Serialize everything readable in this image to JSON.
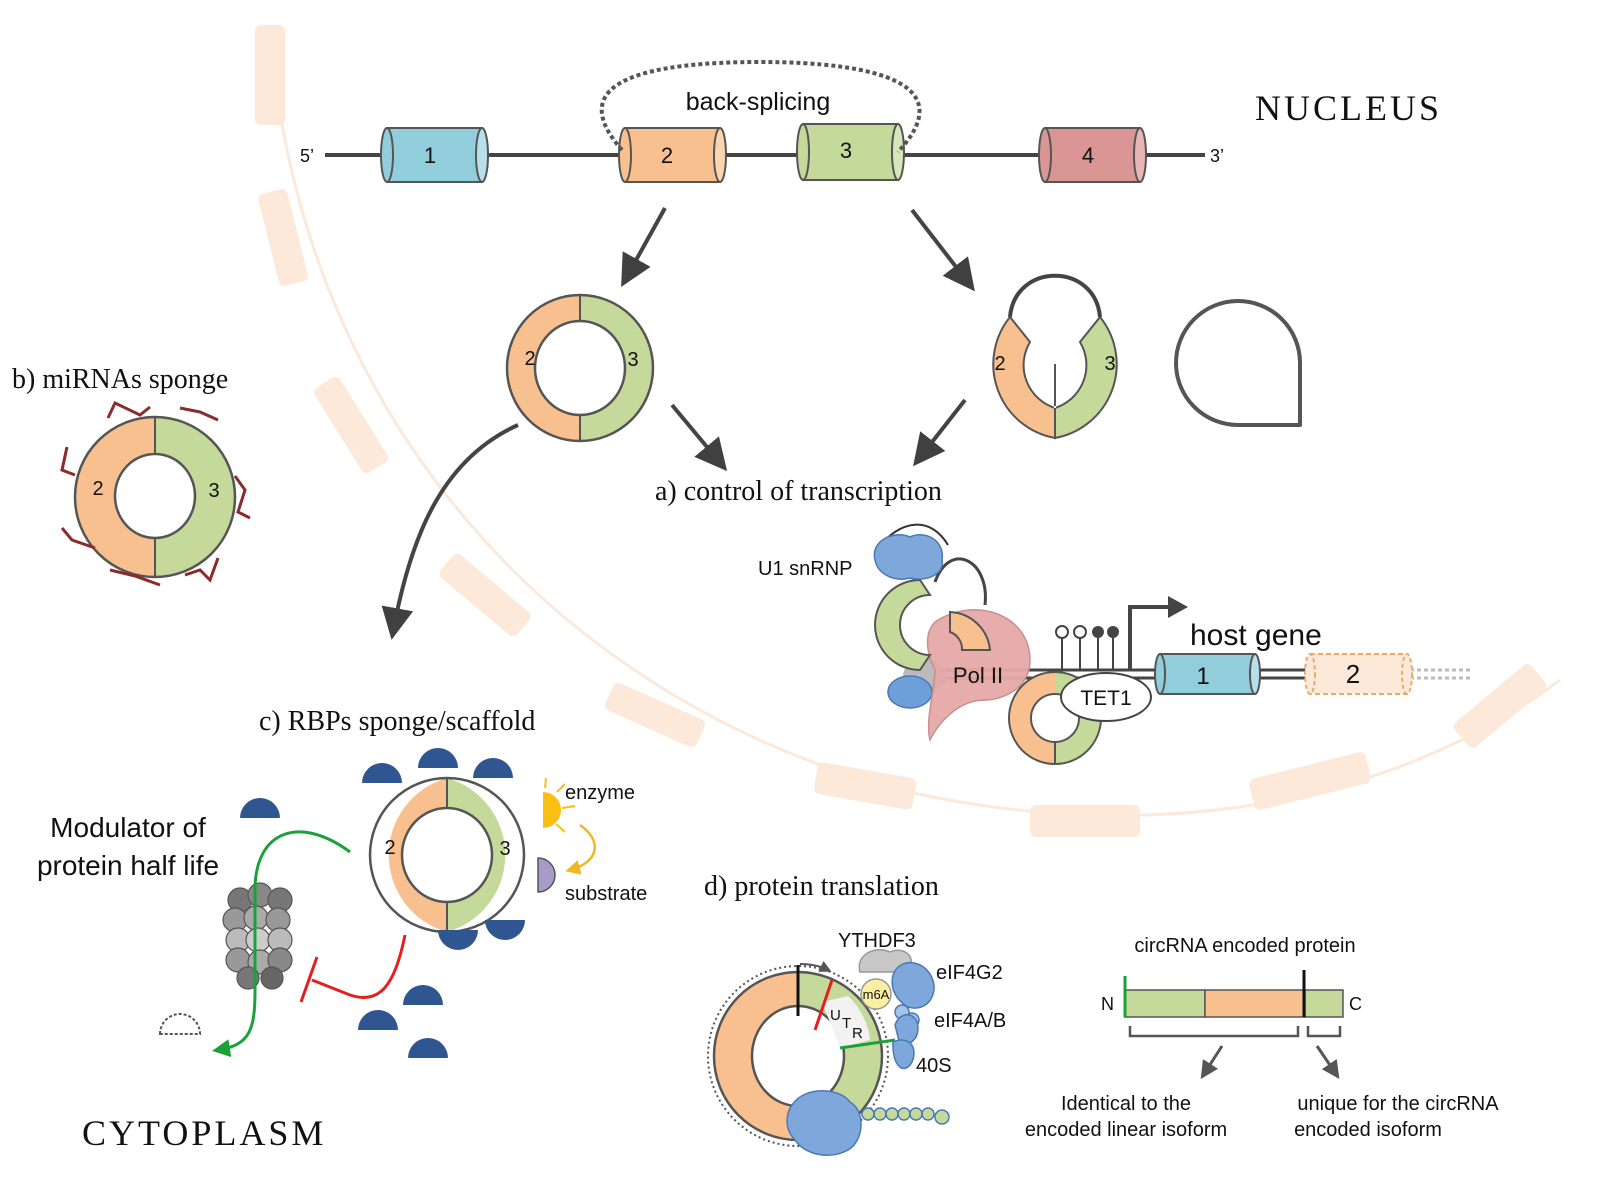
{
  "compartments": {
    "nucleus": "NUCLEUS",
    "cytoplasm": "CYTOPLASM"
  },
  "gene": {
    "five_prime": "5’",
    "three_prime": "3’",
    "exons": [
      "1",
      "2",
      "3",
      "4"
    ],
    "back_splicing": "back-splicing"
  },
  "sections": {
    "a": "a) control of transcription",
    "b": "b) miRNAs sponge",
    "c": "c) RBPs sponge/scaffold",
    "d": "d) protein translation"
  },
  "circ_labels": {
    "left": "2",
    "right": "3"
  },
  "transcription": {
    "u1": "U1 snRNP",
    "pol2": "Pol II",
    "tet1": "TET1",
    "host_gene": "host gene",
    "exon1": "1",
    "exon2": "2"
  },
  "rbp": {
    "modulator_line1": "Modulator of",
    "modulator_line2": "protein half life",
    "enzyme": "enzyme",
    "substrate": "substrate"
  },
  "translation": {
    "ythdf3": "YTHDF3",
    "eif4g2": "eIF4G2",
    "m6a": "m6A",
    "eif4ab": "eIF4A/B",
    "s40": "40S",
    "utr_u": "U",
    "utr_t": "T",
    "utr_r": "R",
    "protein_title": "circRNA encoded protein",
    "n_term": "N",
    "c_term": "C",
    "identical_line1": "Identical to the",
    "identical_line2": "encoded linear isoform",
    "unique_line1": "unique for the circRNA",
    "unique_line2": "encoded isoform"
  },
  "colors": {
    "orange": "#f9c08f",
    "green": "#c5d99a",
    "blue_exon": "#92cddc",
    "red_exon": "#d99694",
    "membrane": "#fde9d9",
    "rbp_blue": "#2f5690",
    "mirna": "#8b2b2b"
  }
}
